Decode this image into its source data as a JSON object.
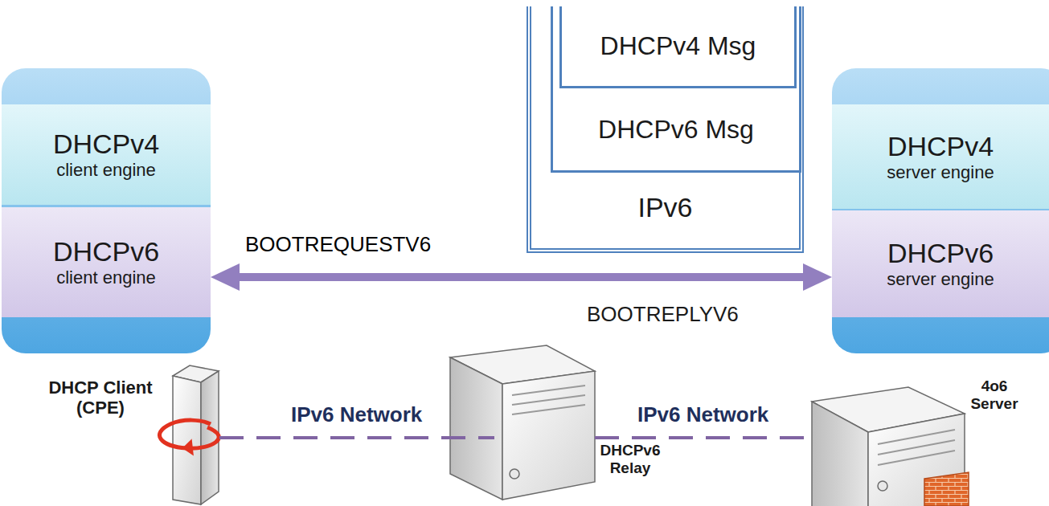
{
  "diagram": {
    "nodes": [
      {
        "text": [
          "IPv6"
        ]
      },
      {
        "text": [
          "DHCPv6 Msg"
        ],
        "in": 0
      },
      {
        "text": [
          "DHCPv4 Msg"
        ],
        "in": 1
      },
      {
        "text": [
          "DHCPv4",
          "client engine"
        ]
      },
      {
        "text": [
          "DHCPv6",
          "client engine"
        ]
      },
      {
        "text": [
          "DHCPv4",
          "server engine"
        ]
      },
      {
        "text": [
          "DHCPv6",
          "server engine"
        ]
      },
      {
        "text": [
          "DHCP Client (CPE)"
        ]
      },
      {
        "text": [
          "DHCPv6 Relay"
        ]
      },
      {
        "text": [
          "4o6 Server"
        ]
      }
    ],
    "edges": [
      {
        "from": 4,
        "to": 6,
        "label": "BOOTREQUESTV6",
        "arrow": "both"
      },
      {
        "from": 7,
        "to": 8,
        "label": "IPv6 Network",
        "arrow": "none"
      },
      {
        "from": 8,
        "to": 9,
        "label": "IPv6 Network",
        "arrow": "none"
      }
    ],
    "labels": [
      "BOOTREPLYV6"
    ]
  }
}
